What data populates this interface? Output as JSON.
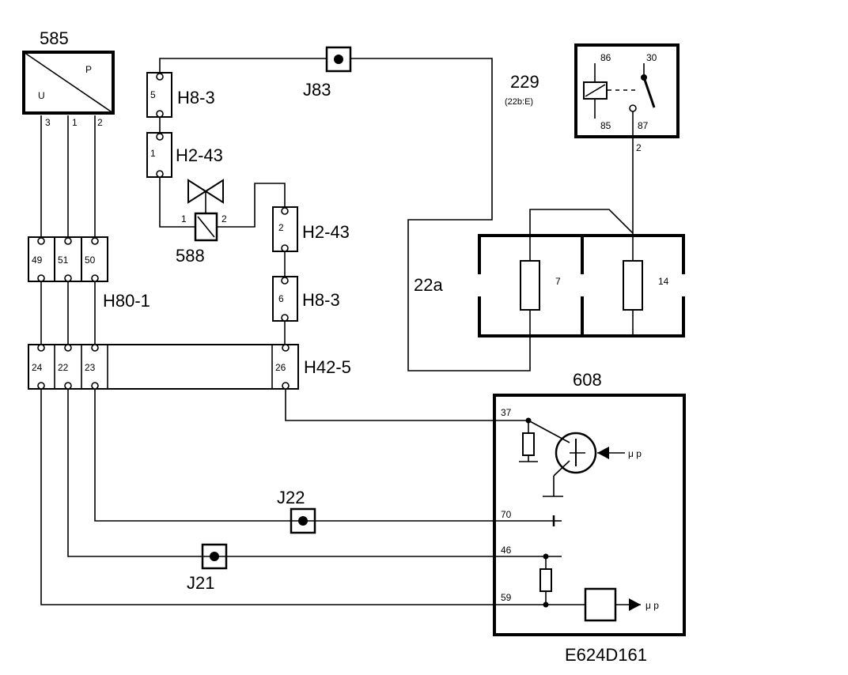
{
  "components": {
    "sensor_585": {
      "id": "585",
      "in_label": "U",
      "out_label": "P",
      "pins": [
        "3",
        "1",
        "2"
      ]
    },
    "relay_229": {
      "id": "229",
      "ref": "(22b:E)",
      "pin_86": "86",
      "pin_30": "30",
      "pin_85": "85",
      "pin_87": "87",
      "out_pin": "2"
    },
    "valve_588": {
      "id": "588",
      "pin1": "1",
      "pin2": "2"
    },
    "fusebox": {
      "label": "22a",
      "fuse_a": "7",
      "fuse_b": "14"
    },
    "ecu_608": {
      "id": "608",
      "pins": {
        "p37": "37",
        "p70": "70",
        "p46": "46",
        "p59": "59"
      },
      "mp_top": "μ p",
      "mp_bottom": "μ p"
    }
  },
  "connectors": {
    "h8_3_top": {
      "label": "H8-3",
      "pin": "5"
    },
    "h2_43_left": {
      "label": "H2-43",
      "pin": "1"
    },
    "h2_43_right": {
      "label": "H2-43",
      "pin": "2"
    },
    "h8_3_mid": {
      "label": "H8-3",
      "pin": "6"
    },
    "h80_1": {
      "label": "H80-1",
      "pins": [
        "49",
        "51",
        "50"
      ]
    },
    "h42_5": {
      "label": "H42-5",
      "pins": [
        "24",
        "22",
        "23",
        "26"
      ]
    }
  },
  "junctions": {
    "j83": "J83",
    "j22": "J22",
    "j21": "J21"
  },
  "diagram_code": "E624D161"
}
